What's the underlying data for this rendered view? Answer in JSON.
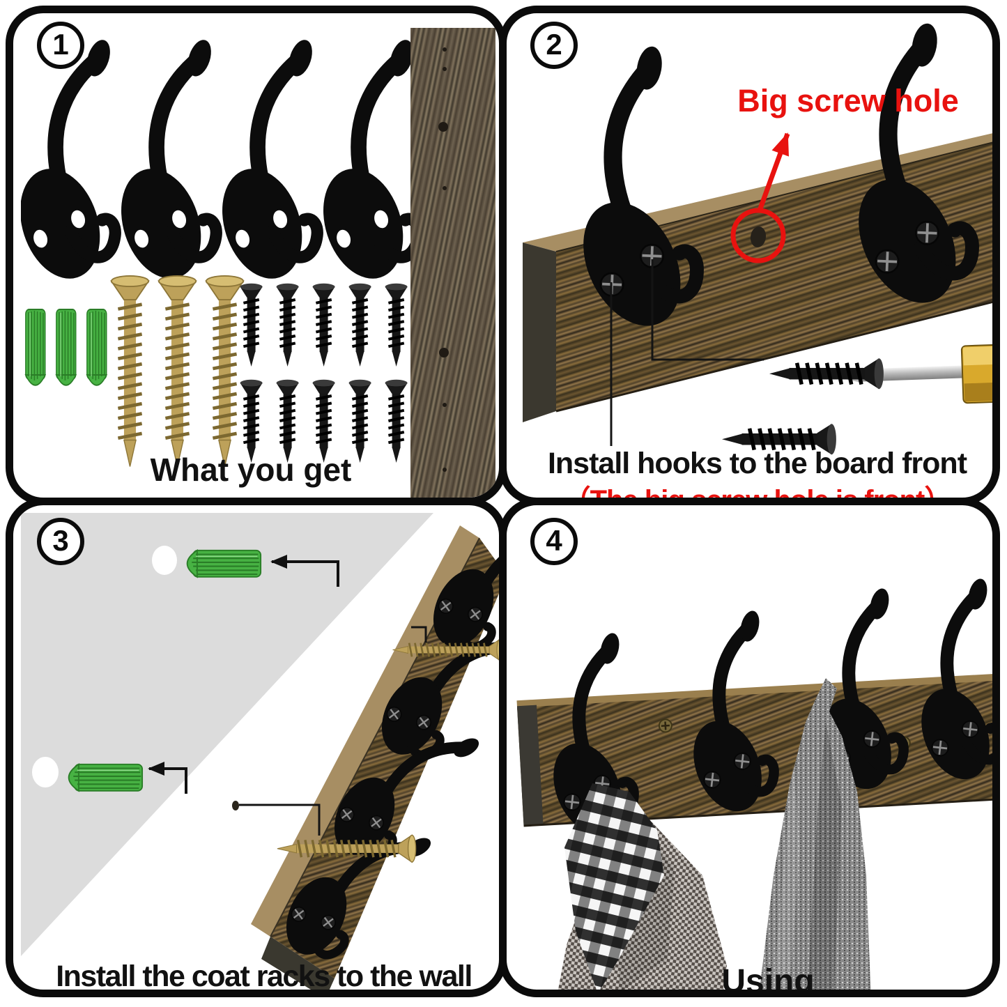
{
  "colors": {
    "border": "#0b0b0b",
    "accent_red": "#e8120f",
    "anchor_green": "#47b243",
    "screw_gold": "#bda15a",
    "wood_warm": "#6b5530",
    "wood_gray": "#6b5f4f",
    "wall_gray": "#dcdcdc"
  },
  "kit_shown": {
    "hooks": 4,
    "wall_anchors": 3,
    "long_gold_screws": 3,
    "small_black_screws": 10,
    "boards": 1
  },
  "panels": [
    {
      "step": "1",
      "caption": "What you get"
    },
    {
      "step": "2",
      "annotation": "Big screw hole",
      "caption": "Install hooks to the board front",
      "caption_sub": "（The big screw hole is front）"
    },
    {
      "step": "3",
      "caption": "Install the coat racks to the wall"
    },
    {
      "step": "4",
      "caption": "Using"
    }
  ]
}
